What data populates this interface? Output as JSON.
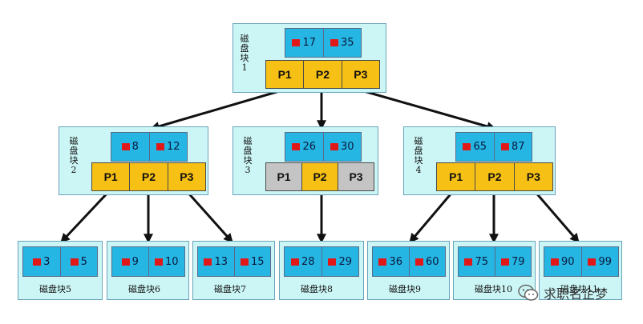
{
  "blocks": {
    "b1": {
      "label_chars": [
        "磁",
        "盘",
        "块",
        "1"
      ],
      "keys": [
        "17",
        "35"
      ],
      "pointers": [
        "P1",
        "P2",
        "P3"
      ]
    },
    "b2": {
      "label_chars": [
        "磁",
        "盘",
        "块",
        "2"
      ],
      "keys": [
        "8",
        "12"
      ],
      "pointers": [
        "P1",
        "P2",
        "P3"
      ]
    },
    "b3": {
      "label_chars": [
        "磁",
        "盘",
        "块",
        "3"
      ],
      "keys": [
        "26",
        "30"
      ],
      "pointers": [
        "P1",
        "P2",
        "P3"
      ]
    },
    "b4": {
      "label_chars": [
        "磁",
        "盘",
        "块",
        "4"
      ],
      "keys": [
        "65",
        "87"
      ],
      "pointers": [
        "P1",
        "P2",
        "P3"
      ]
    },
    "leaves": [
      {
        "label": "磁盘块5",
        "keys": [
          "3",
          "5"
        ]
      },
      {
        "label": "磁盘块6",
        "keys": [
          "9",
          "10"
        ]
      },
      {
        "label": "磁盘块7",
        "keys": [
          "13",
          "15"
        ]
      },
      {
        "label": "磁盘块8",
        "keys": [
          "28",
          "29"
        ]
      },
      {
        "label": "磁盘块9",
        "keys": [
          "36",
          "60"
        ]
      },
      {
        "label": "磁盘块10",
        "keys": [
          "75",
          "79"
        ]
      },
      {
        "label": "磁盘块11",
        "keys": [
          "90",
          "99"
        ]
      }
    ]
  },
  "colors": {
    "key_fill": "#25b6e3",
    "pointer_fill": "#f7c014",
    "pointer_unused_fill": "#c4c4c4",
    "block_fill": "#ccf6f6",
    "marker": "#e01818"
  },
  "watermark": {
    "text": "求职名企梦",
    "icon": "wechat-official-account-icon"
  }
}
